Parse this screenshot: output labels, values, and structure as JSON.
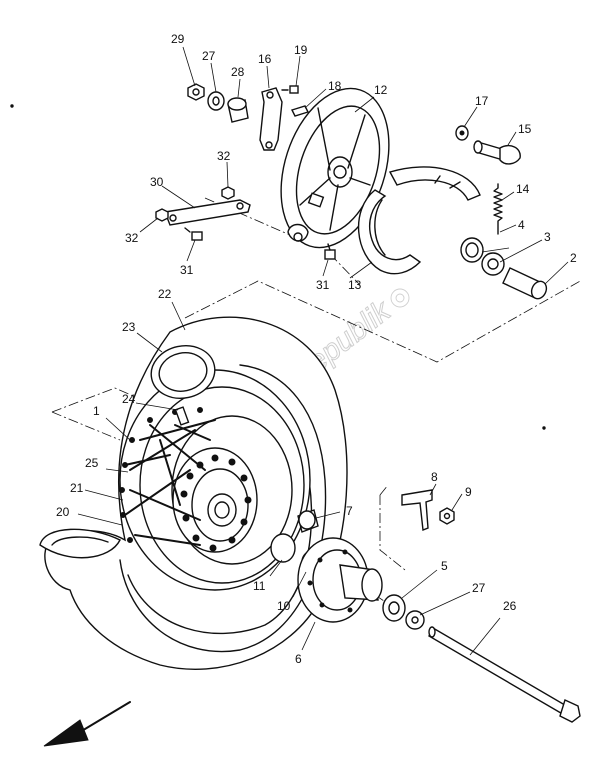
{
  "diagram": {
    "watermark": "PartsRepublik",
    "labels": [
      "29",
      "27",
      "28",
      "16",
      "19",
      "18",
      "12",
      "17",
      "15",
      "32",
      "30",
      "32",
      "31",
      "31",
      "14",
      "4",
      "3",
      "2",
      "13",
      "22",
      "23",
      "24",
      "1",
      "25",
      "21",
      "20",
      "7",
      "8",
      "9",
      "5",
      "27",
      "26",
      "11",
      "10",
      "6"
    ],
    "icons": {
      "direction_arrow": "arrow-down-left-icon",
      "watermark_logo": "gear-icon"
    }
  }
}
